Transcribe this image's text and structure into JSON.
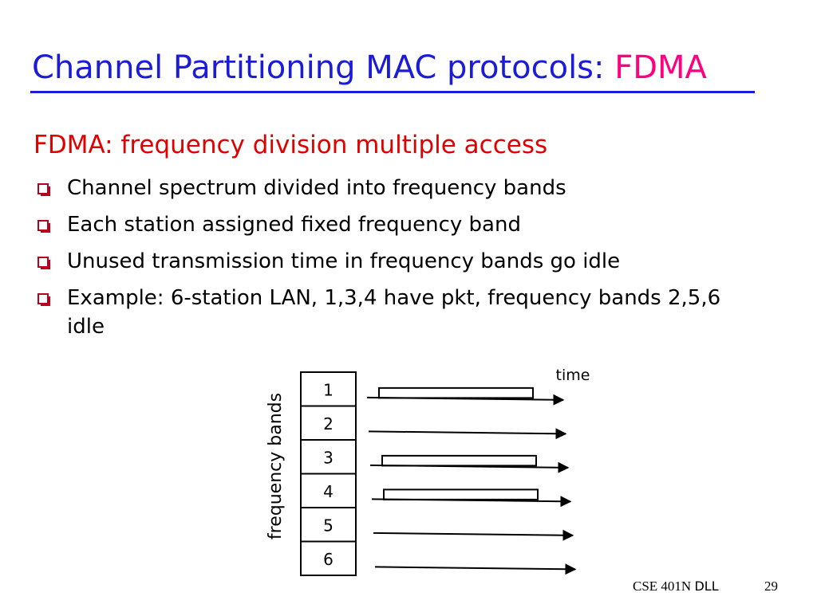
{
  "title": {
    "main": "Channel Partitioning MAC protocols: ",
    "highlight": "FDMA"
  },
  "subtitle": "FDMA: frequency division multiple access",
  "bullets": [
    "Channel spectrum divided into frequency bands",
    "Each station assigned fixed frequency band",
    "Unused transmission time in frequency bands go idle",
    "Example: 6-station LAN, 1,3,4 have pkt, frequency bands 2,5,6 idle"
  ],
  "diagram": {
    "axis_label_vertical": "frequency bands",
    "axis_label_time": "time",
    "bands": [
      {
        "label": "1",
        "has_packet": true
      },
      {
        "label": "2",
        "has_packet": false
      },
      {
        "label": "3",
        "has_packet": true
      },
      {
        "label": "4",
        "has_packet": true
      },
      {
        "label": "5",
        "has_packet": false
      },
      {
        "label": "6",
        "has_packet": false
      }
    ]
  },
  "footer": {
    "course": "CSE 401N ",
    "topic": "DLL",
    "page": "29"
  },
  "colors": {
    "title": "#1c1cd6",
    "highlight": "#ff0080",
    "subtitle": "#e00000",
    "bullet": "#b8001e"
  }
}
